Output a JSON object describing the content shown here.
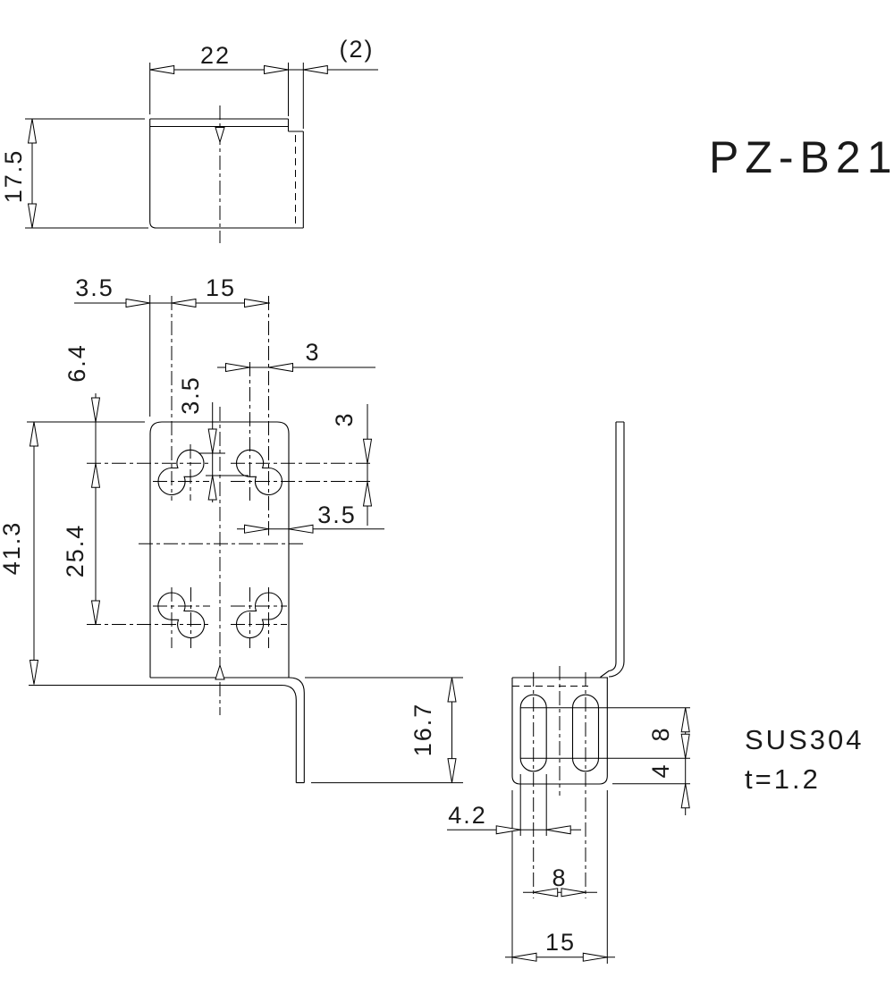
{
  "title": "PZ-B21",
  "notes": {
    "material": "SUS304",
    "thickness": "t=1.2"
  },
  "views": {
    "top": {
      "width": "22",
      "side_tab": "(2)",
      "depth": "17.5"
    },
    "front": {
      "edge_to_hole": "3.5",
      "hole_pitch_x": "15",
      "top_to_hole": "6.4",
      "hole_offset_x": "3",
      "hole_step": "3.5",
      "hole_offset_y": "3",
      "height": "41.3",
      "row_pitch": "25.4",
      "hole_to_edge": "3.5",
      "flange_length": "16.7"
    },
    "bottom": {
      "slot_width": "4.2",
      "slot_pitch": "8",
      "width": "15",
      "slot_length": "8",
      "slot_to_edge": "4"
    }
  }
}
